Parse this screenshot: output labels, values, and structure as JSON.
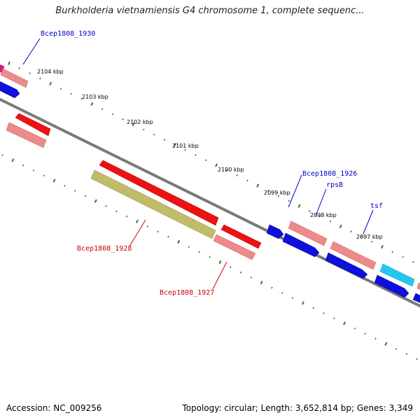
{
  "title": "Burkholderia vietnamiensis G4 chromosome 1, complete sequenc...",
  "footer": {
    "accession": "Accession: NC_009256",
    "summary": "Topology: circular; Length: 3,652,814 bp; Genes: 3,349"
  },
  "colors": {
    "backbone": "#7f7f7f",
    "tick": "#2e7d1a",
    "label_blue": "#0000cc",
    "label_red": "#cc0000",
    "gene_red": "#ee1111",
    "gene_pink": "#ef8a8a",
    "gene_blue": "#1010dd",
    "gene_olive": "#c2bb6a",
    "gene_cyan": "#22c8f0",
    "gene_magenta": "#e0158a"
  },
  "ticks": {
    "labels": [
      "2104 kbp",
      "2103 kbp",
      "2102 kbp",
      "2101 kbp",
      "2100 kbp",
      "2099 kbp",
      "2098 kbp",
      "2097 kbp"
    ]
  },
  "genes": {
    "labels": {
      "bcep1930": "Bcep1808_1930",
      "bcep1928": "Bcep1808_1928",
      "bcep1927": "Bcep1808_1927",
      "bcep1926": "Bcep1808_1926",
      "rpsB": "rpsB",
      "tsf": "tsf"
    }
  }
}
